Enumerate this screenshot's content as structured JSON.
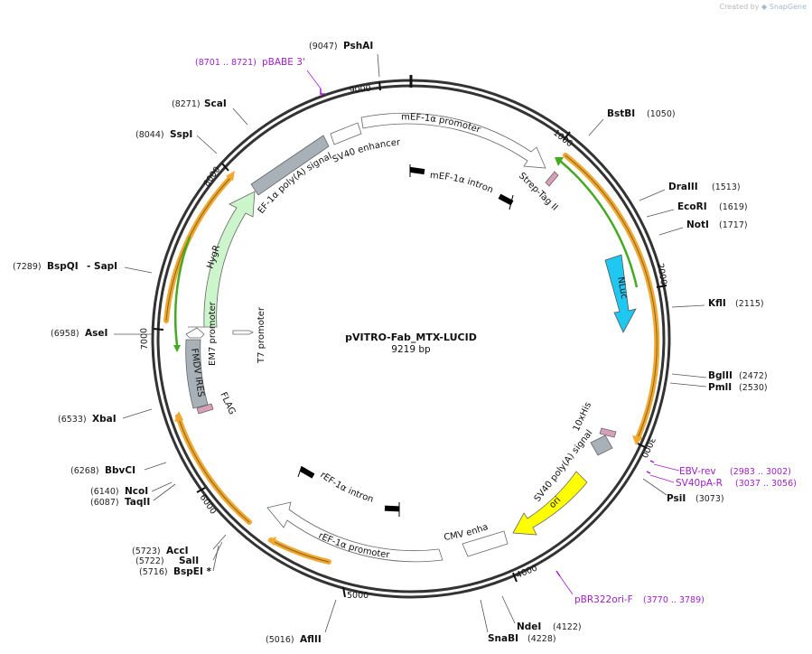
{
  "watermark": {
    "prefix": "Created by",
    "brand": "SnapGene"
  },
  "plasmid": {
    "name": "pVITRO-Fab_MTX-LUCID",
    "size_label": "9219 bp",
    "length": 9219
  },
  "ticks": [
    "1000",
    "2000",
    "3000",
    "4000",
    "5000",
    "6000",
    "7000",
    "8000",
    "9000"
  ],
  "sites": [
    {
      "name": "PshAI",
      "pos": "(9047)"
    },
    {
      "name": "BstBI",
      "pos": "(1050)"
    },
    {
      "name": "DraIII",
      "pos": "(1513)"
    },
    {
      "name": "EcoRI",
      "pos": "(1619)"
    },
    {
      "name": "NotI",
      "pos": "(1717)"
    },
    {
      "name": "KflI",
      "pos": "(2115)"
    },
    {
      "name": "BglII",
      "pos": "(2472)"
    },
    {
      "name": "PmlI",
      "pos": "(2530)"
    },
    {
      "name": "PsiI",
      "pos": "(3073)"
    },
    {
      "name": "NdeI",
      "pos": "(4122)"
    },
    {
      "name": "SnaBI",
      "pos": "(4228)"
    },
    {
      "name": "AflII",
      "pos": "(5016)"
    },
    {
      "name": "AccI",
      "pos": "(5723)"
    },
    {
      "name": "SalI",
      "pos": "(5722)"
    },
    {
      "name": "BspEI *",
      "pos": "(5716)"
    },
    {
      "name": "TaqII",
      "pos": "(6087)"
    },
    {
      "name": "NcoI",
      "pos": "(6140)"
    },
    {
      "name": "BbvCI",
      "pos": "(6268)"
    },
    {
      "name": "XbaI",
      "pos": "(6533)"
    },
    {
      "name": "AseI",
      "pos": "(6958)"
    },
    {
      "name": "BspQI",
      "pos": "(7289)"
    },
    {
      "name": "- SapI",
      "pos": ""
    },
    {
      "name": "SspI",
      "pos": "(8044)"
    },
    {
      "name": "ScaI",
      "pos": "(8271)"
    }
  ],
  "primers": [
    {
      "name": "pBABE 3'",
      "range": "(8701 .. 8721)"
    },
    {
      "name": "EBV-rev",
      "range": "(2983 .. 3002)"
    },
    {
      "name": "SV40pA-R",
      "range": "(3037 .. 3056)"
    },
    {
      "name": "pBR322ori-F",
      "range": "(3770 .. 3789)"
    }
  ],
  "features": [
    {
      "name": "mEF-1α promoter",
      "color": "#ffffff"
    },
    {
      "name": "SV40 enhancer",
      "color": "#ffffff"
    },
    {
      "name": "EF-1α poly(A) signal",
      "color": "#a8b0b8"
    },
    {
      "name": "HygR",
      "color": "#ccf5cc"
    },
    {
      "name": "EM7 promoter",
      "color": "#ffffff"
    },
    {
      "name": "T7 promoter",
      "color": "#ffffff"
    },
    {
      "name": "FMDV IRES",
      "color": "#a8b0b8"
    },
    {
      "name": "FLAG",
      "color": "#d8a0b8"
    },
    {
      "name": "mEF-1α intron",
      "color": "#000000"
    },
    {
      "name": "Strep-Tag II",
      "color": "#d8a0b8"
    },
    {
      "name": "NLuc",
      "color": "#1ec8f0"
    },
    {
      "name": "10xHis",
      "color": "#d8a0b8"
    },
    {
      "name": "SV40 poly(A) signal",
      "color": "#a8b0b8"
    },
    {
      "name": "ori",
      "color": "#ffff00"
    },
    {
      "name": "CMV enhancer",
      "color": "#ffffff"
    },
    {
      "name": "rEF-1α intron",
      "color": "#000000"
    },
    {
      "name": "rEF-1α promoter",
      "color": "#ffffff"
    }
  ],
  "colors": {
    "orf": "#f0a830",
    "orf_inner": "#8a6420",
    "green_orf": "#44aa22",
    "primer": "#a020c8",
    "backbone": "#333333"
  }
}
